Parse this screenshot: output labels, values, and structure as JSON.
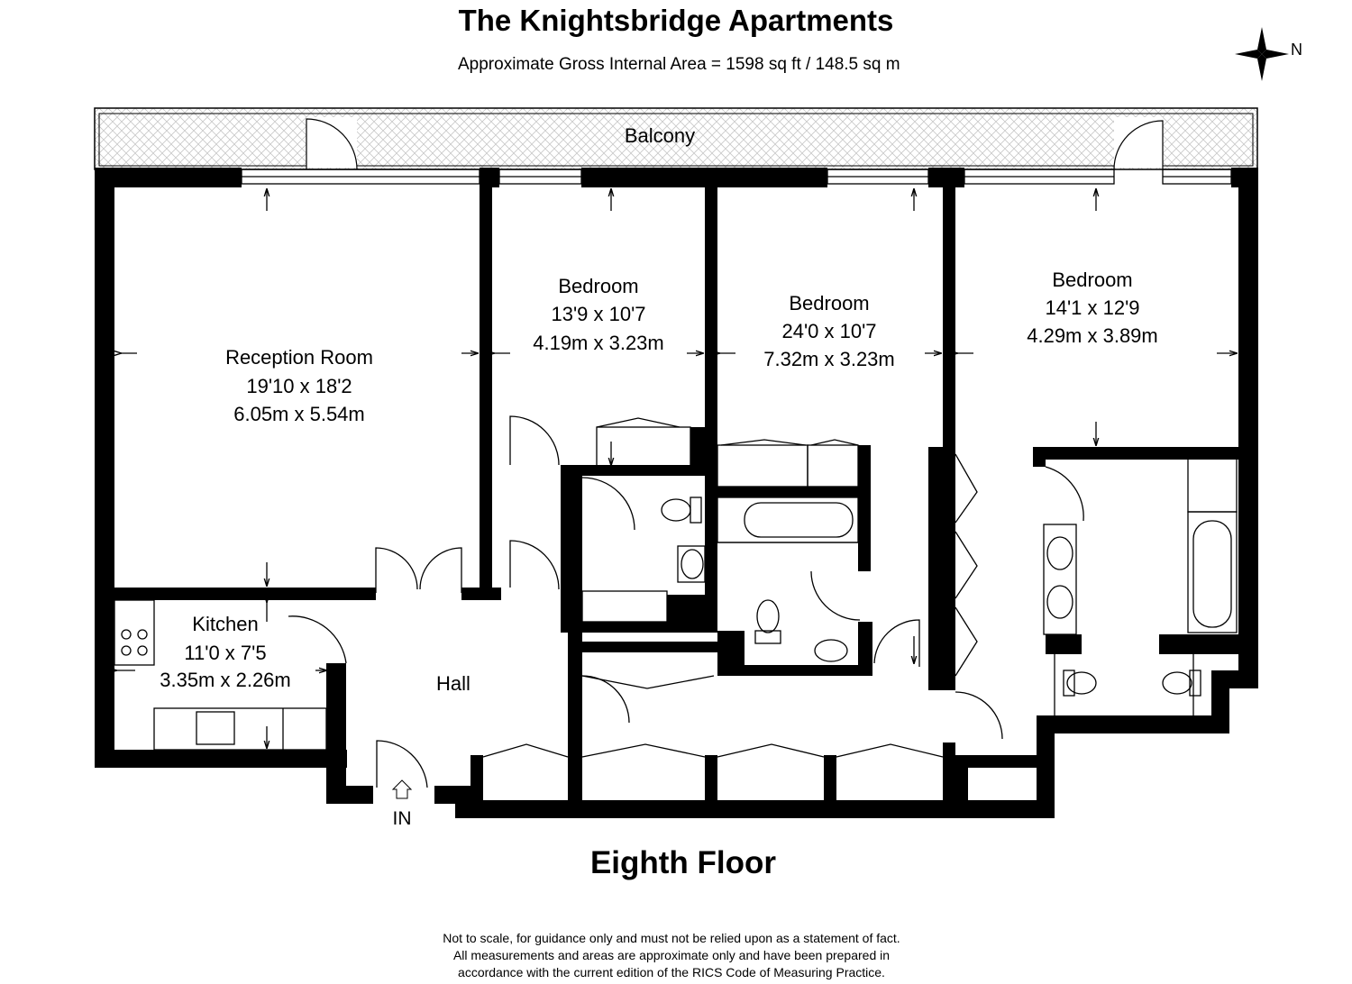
{
  "header": {
    "title": "The Knightsbridge Apartments",
    "subtitle": "Approximate Gross Internal Area = 1598 sq ft / 148.5 sq m"
  },
  "compass": {
    "label": "N",
    "icon": "compass-rose-icon"
  },
  "rooms": {
    "balcony": {
      "name": "Balcony"
    },
    "reception": {
      "name": "Reception Room",
      "imperial": "19'10 x 18'2",
      "metric": "6.05m x 5.54m"
    },
    "bedroom1": {
      "name": "Bedroom",
      "imperial": "13'9 x 10'7",
      "metric": "4.19m x 3.23m"
    },
    "bedroom2": {
      "name": "Bedroom",
      "imperial": "24'0 x 10'7",
      "metric": "7.32m x 3.23m"
    },
    "bedroom3": {
      "name": "Bedroom",
      "imperial": "14'1 x 12'9",
      "metric": "4.29m x 3.89m"
    },
    "kitchen": {
      "name": "Kitchen",
      "imperial": "11'0 x 7'5",
      "metric": "3.35m x 2.26m"
    },
    "hall": {
      "name": "Hall"
    }
  },
  "entrance": {
    "label": "IN"
  },
  "floor": {
    "label": "Eighth Floor"
  },
  "disclaimer": {
    "line1": "Not to scale, for guidance only and must not be relied upon as a statement of fact.",
    "line2": "All measurements and areas are approximate only and have been prepared in",
    "line3": "accordance with the current edition of the RICS Code of Measuring Practice."
  },
  "colors": {
    "wall": "#000000",
    "line": "#000000",
    "background": "#ffffff",
    "balcony_hatch": "#bbbbbb"
  }
}
